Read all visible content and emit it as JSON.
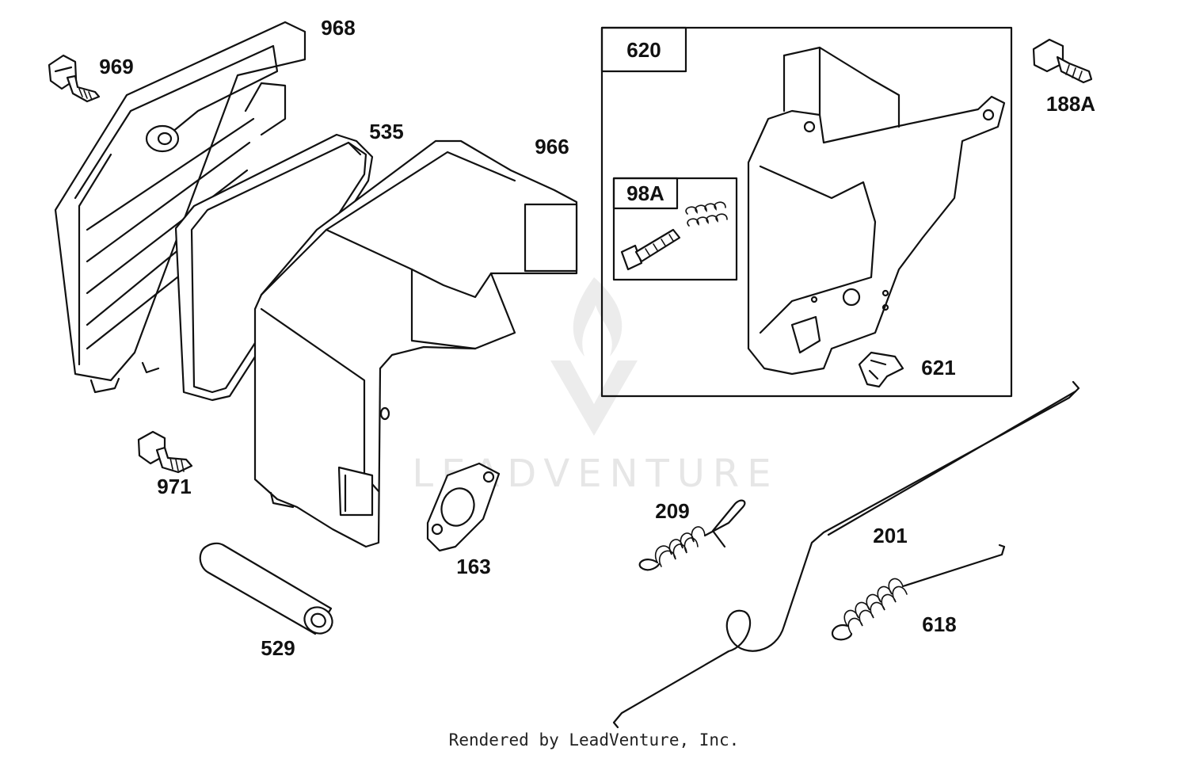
{
  "watermark": {
    "text": "LEADVENTURE"
  },
  "credit": "Rendered by LeadVenture, Inc.",
  "callouts": {
    "p968": "968",
    "p969": "969",
    "p535": "535",
    "p966": "966",
    "p620": "620",
    "p98a": "98A",
    "p188a": "188A",
    "p621": "621",
    "p971": "971",
    "p163": "163",
    "p209": "209",
    "p201": "201",
    "p618": "618",
    "p529": "529"
  }
}
